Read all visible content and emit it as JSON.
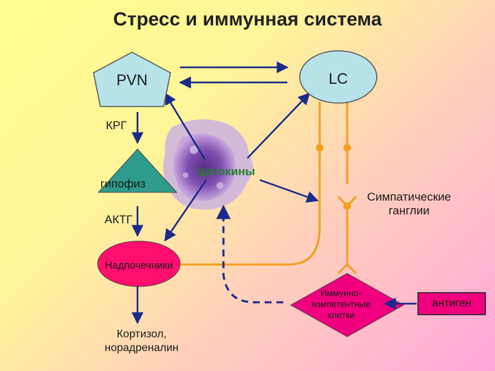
{
  "title": "Стресс и иммунная система",
  "nodes": {
    "pvn": "PVN",
    "lc": "LC",
    "krg": "КРГ",
    "gipofiz": "гипофиз",
    "aktg": "АКТГ",
    "nadpochechniki": "Надпочечники",
    "citokiny": "Цитокины",
    "ganglii": "Симпатические ганглии",
    "immunnye": "Иммунно-компетентные клетки",
    "antigen": "антиген",
    "kortizol": "Кортизол, норадреналин"
  },
  "colors": {
    "pvn_fill": "#b7e3e8",
    "lc_fill": "#b7e3e8",
    "pituitary_fill": "#2e9c8c",
    "adrenal_fill": "#ff0f6e",
    "immune_fill": "#f0007e",
    "antigen_fill": "#f0007e",
    "nerve_line": "#f0a020",
    "arrow": "#1b2a8a",
    "cytokine_text": "#1e7d2c"
  }
}
